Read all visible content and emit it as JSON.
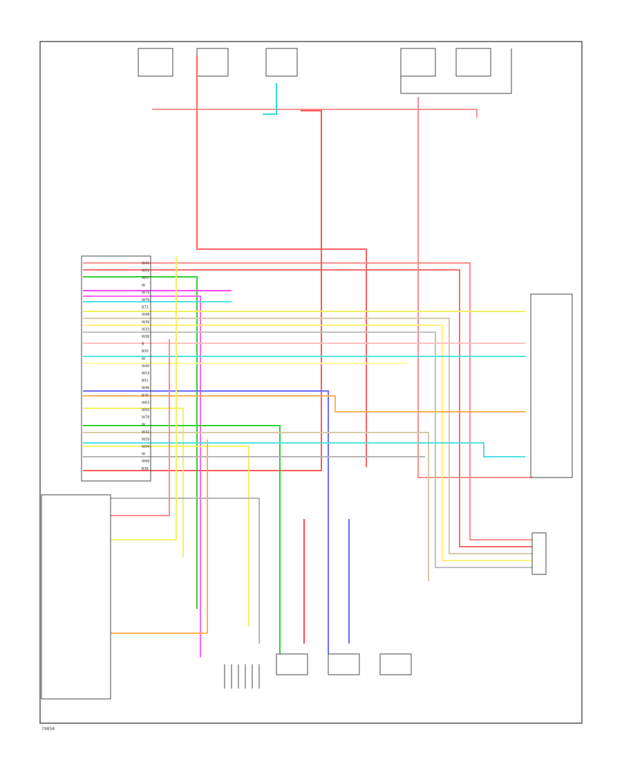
{
  "diagram": {
    "footer_code": "79858",
    "pcm_pin_labels": [
      "W41",
      "W51",
      "W57",
      "W",
      "W74",
      "W79",
      "B73",
      "W48",
      "W39",
      "W33",
      "W36",
      "B",
      "B30",
      "W",
      "W40",
      "W53",
      "B91",
      "W46",
      "B76",
      "W63",
      "W50",
      "W78",
      "W",
      "W32",
      "W59",
      "W54",
      "W",
      "W89",
      "B36"
    ],
    "wire_colors": [
      {
        "name": "red",
        "hex": "#ff4a4a"
      },
      {
        "name": "pink",
        "hex": "#ff8c8c"
      },
      {
        "name": "light-red",
        "hex": "#ffb0b0"
      },
      {
        "name": "yellow",
        "hex": "#f5f060"
      },
      {
        "name": "light-yellow",
        "hex": "#fff8a0"
      },
      {
        "name": "green",
        "hex": "#2fd02f"
      },
      {
        "name": "cyan",
        "hex": "#30d8d8"
      },
      {
        "name": "light-cyan",
        "hex": "#a8f0f0"
      },
      {
        "name": "magenta",
        "hex": "#ff40ff"
      },
      {
        "name": "blue",
        "hex": "#6a6aff"
      },
      {
        "name": "orange",
        "hex": "#ffb050"
      },
      {
        "name": "tan",
        "hex": "#d8c8a8"
      },
      {
        "name": "gray",
        "hex": "#b4b4b4"
      },
      {
        "name": "black",
        "hex": "#555555"
      }
    ]
  }
}
